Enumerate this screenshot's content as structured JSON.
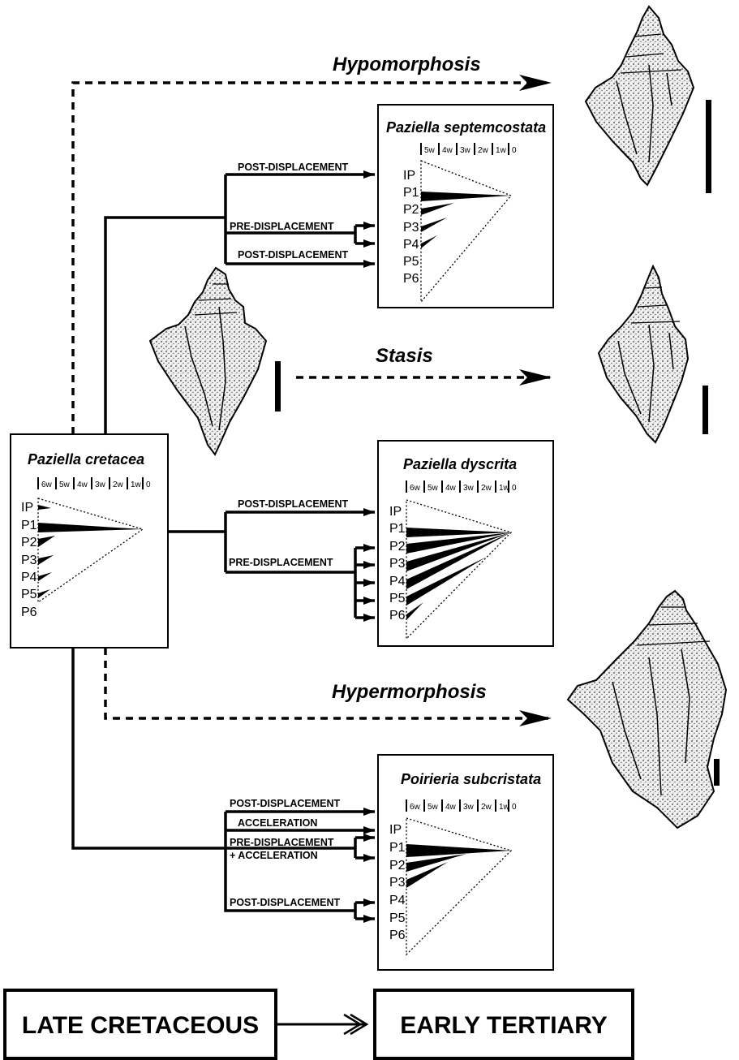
{
  "headings": {
    "hypomorphosis": "Hypomorphosis",
    "stasis": "Stasis",
    "hypermorphosis": "Hypermorphosis"
  },
  "species": {
    "ancestor": {
      "name": "Paziella cretacea",
      "whorls": [
        "6w",
        "5w",
        "4w",
        "3w",
        "2w",
        "1w",
        "0"
      ],
      "rows": [
        "IP",
        "P1",
        "P2",
        "P3",
        "P4",
        "P5",
        "P6"
      ]
    },
    "septemcostata": {
      "name": "Paziella septemcostata",
      "whorls": [
        "5w",
        "4w",
        "3w",
        "2w",
        "1w",
        "0"
      ],
      "rows": [
        "IP",
        "P1",
        "P2",
        "P3",
        "P4",
        "P5",
        "P6"
      ]
    },
    "dyscrita": {
      "name": "Paziella dyscrita",
      "whorls": [
        "6w",
        "5w",
        "4w",
        "3w",
        "2w",
        "1w",
        "0"
      ],
      "rows": [
        "IP",
        "P1",
        "P2",
        "P3",
        "P4",
        "P5",
        "P6"
      ]
    },
    "subcristata": {
      "name": "Poirieria subcristata",
      "whorls": [
        "6w",
        "5w",
        "4w",
        "3w",
        "2w",
        "1w",
        "0"
      ],
      "rows": [
        "IP",
        "P1",
        "P2",
        "P3",
        "P4",
        "P5",
        "P6"
      ]
    }
  },
  "processes": {
    "sep_post_1": "POST-DISPLACEMENT",
    "sep_pre": "PRE-DISPLACEMENT",
    "sep_post_2": "POST-DISPLACEMENT",
    "dys_post": "POST-DISPLACEMENT",
    "dys_pre": "PRE-DISPLACEMENT",
    "sub_post_1": "POST-DISPLACEMENT",
    "sub_accel": "ACCELERATION",
    "sub_pre_accel_1": "PRE-DISPLACEMENT",
    "sub_pre_accel_2": "+ ACCELERATION",
    "sub_post_2": "POST-DISPLACEMENT"
  },
  "timeline": {
    "start": "LATE CRETACEOUS",
    "end": "EARLY TERTIARY"
  }
}
